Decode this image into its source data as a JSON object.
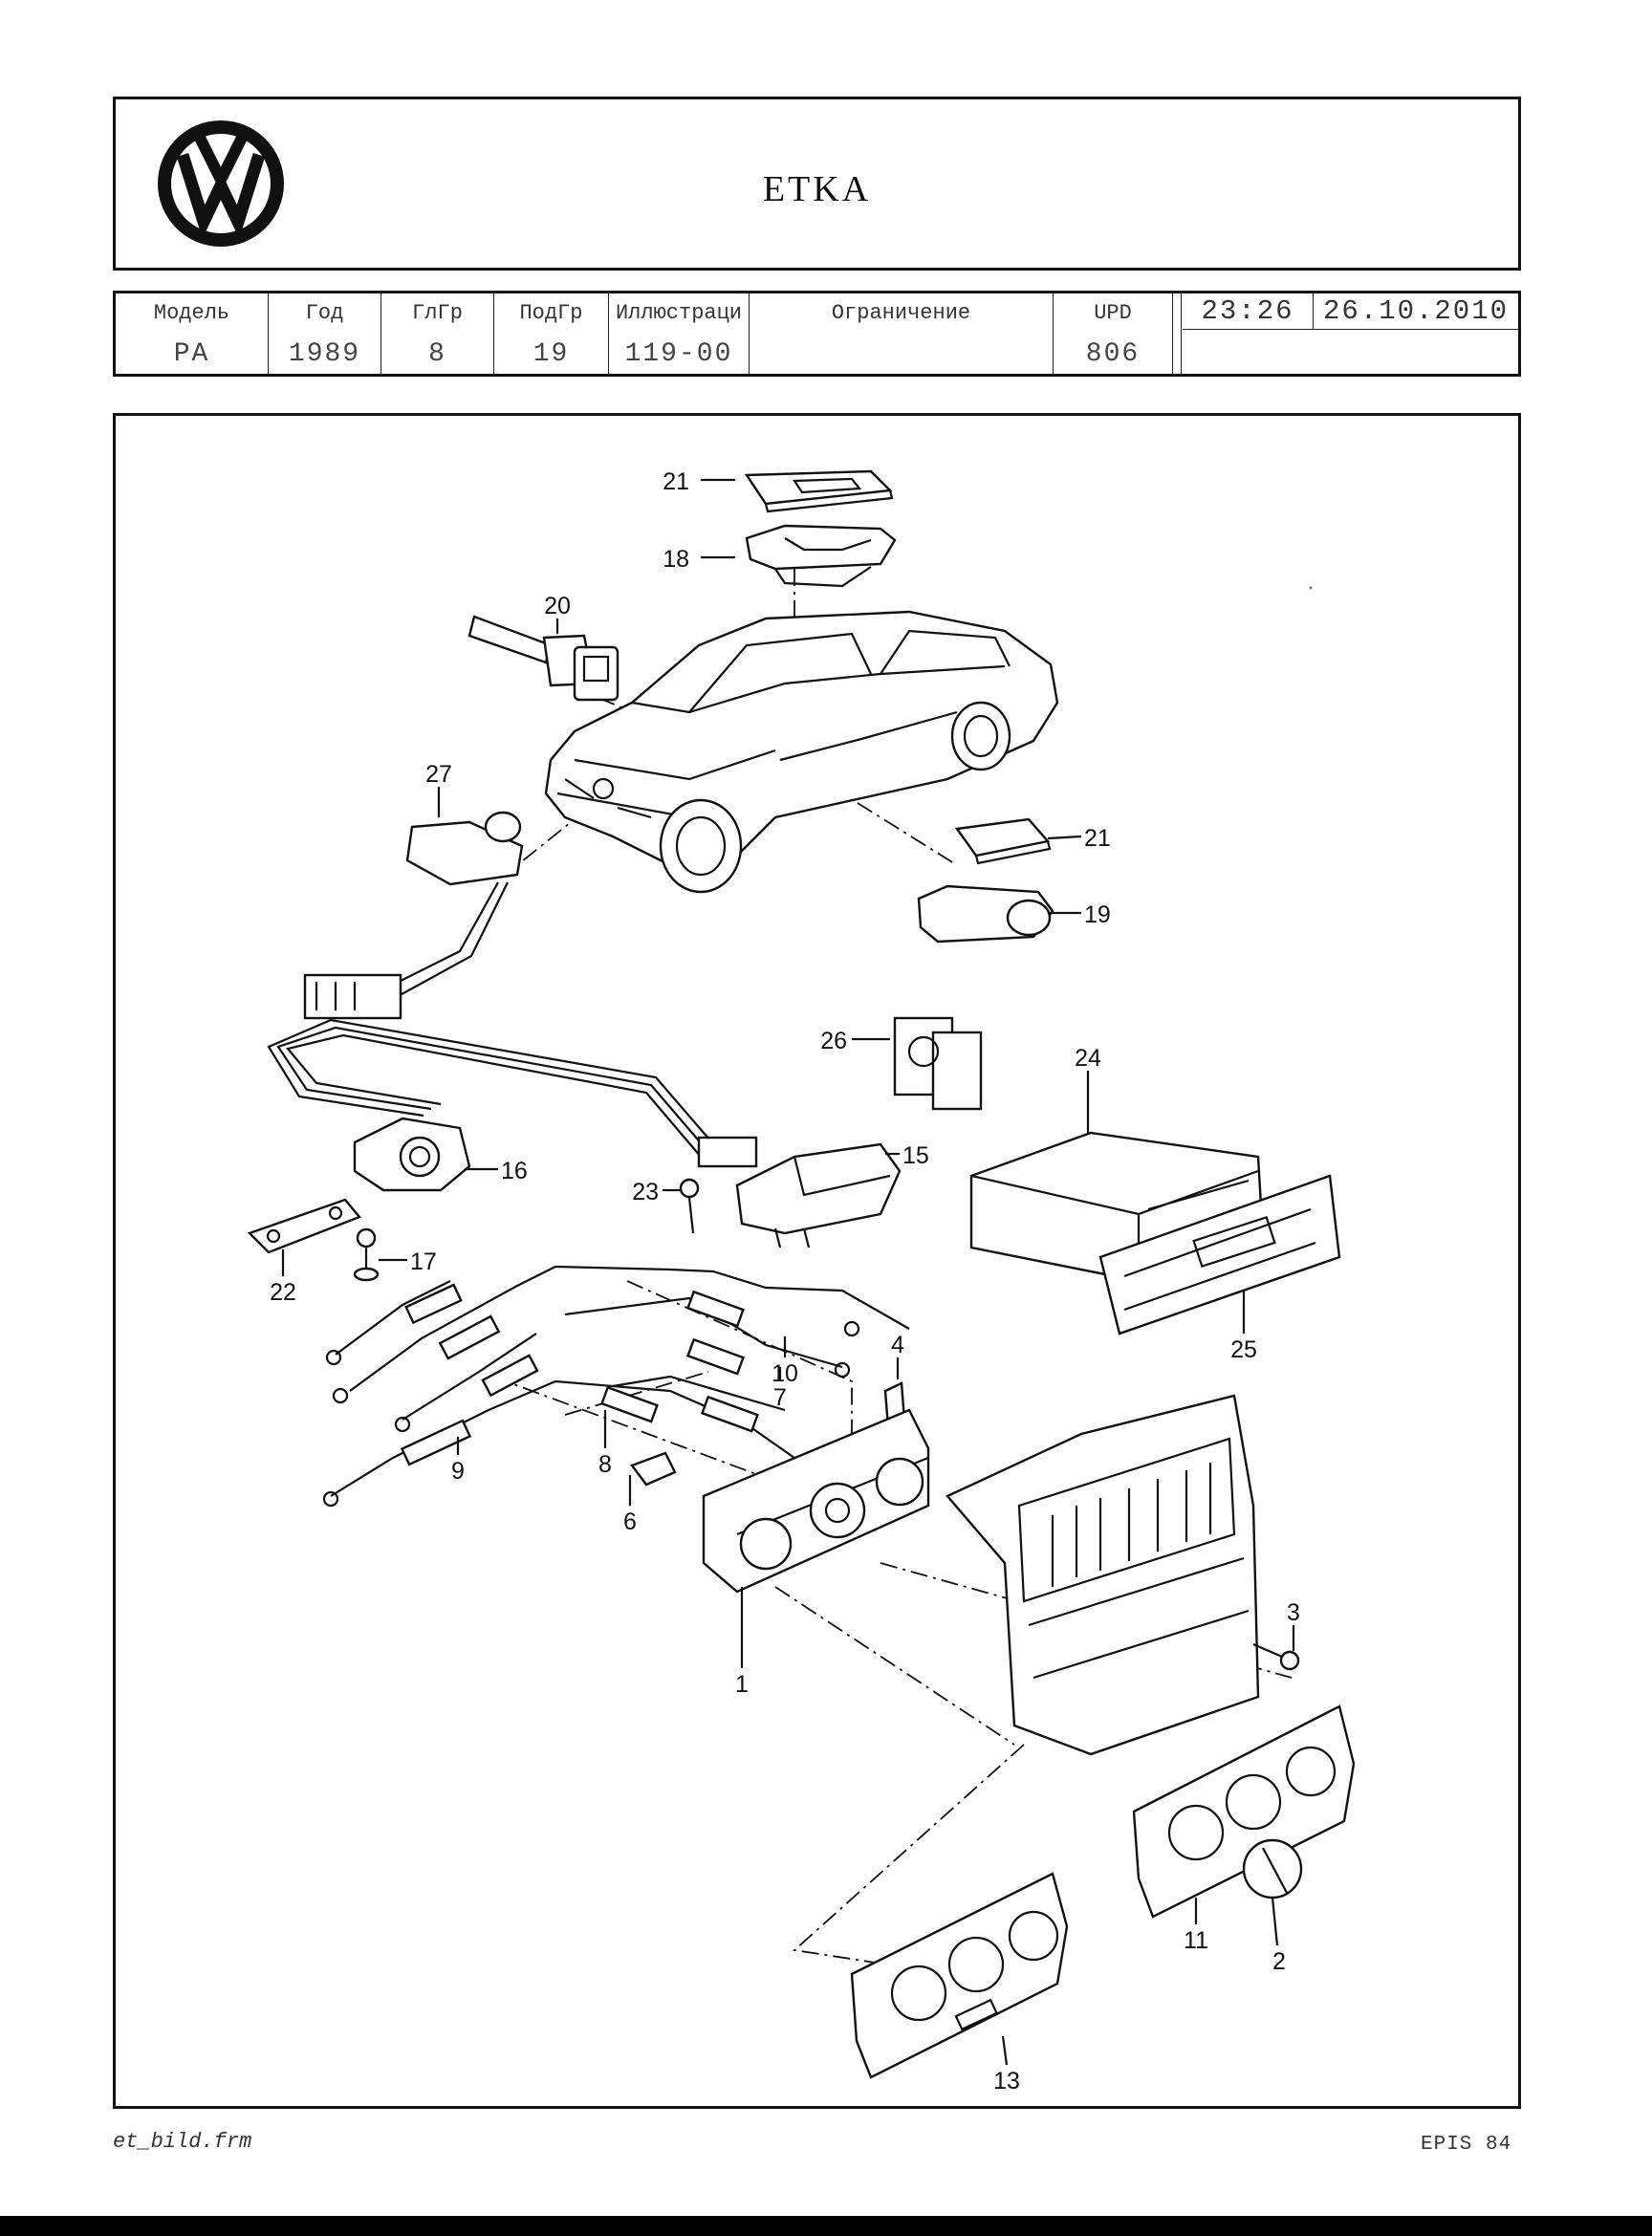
{
  "header": {
    "title": "ETKA",
    "logo_icon": "vw-logo-icon"
  },
  "info": {
    "columns": [
      {
        "label": "Модель",
        "value": "PA"
      },
      {
        "label": "Год",
        "value": "1989"
      },
      {
        "label": "ГлГр",
        "value": "8"
      },
      {
        "label": "ПодГр",
        "value": "19"
      },
      {
        "label": "Иллюстраци",
        "value": "119-00"
      },
      {
        "label": "Ограничение",
        "value": ""
      },
      {
        "label": "UPD",
        "value": "806"
      }
    ],
    "time": "23:26",
    "date": "26.10.2010"
  },
  "diagram": {
    "callouts": [
      "21",
      "18",
      "20",
      "27",
      "21",
      "19",
      "26",
      "24",
      "15",
      "16",
      "23",
      "17",
      "22",
      "25",
      "10",
      "4",
      "7",
      "9",
      "8",
      "6",
      "3",
      "1",
      "11",
      "2",
      "13"
    ]
  },
  "footer": {
    "left": "et_bild.frm",
    "right": "EPIS 84"
  }
}
